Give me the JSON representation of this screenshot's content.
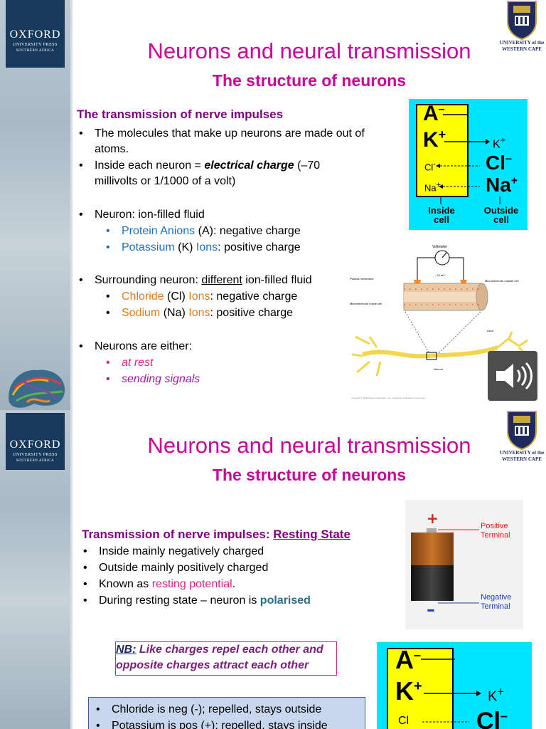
{
  "publisher": {
    "line1": "OXFORD",
    "line2": "UNIVERSITY PRESS",
    "line3": "SOUTHERN AFRICA"
  },
  "university": {
    "line1": "UNIVERSITY of the",
    "line2": "WESTERN CAPE"
  },
  "slide1": {
    "title": "Neurons and neural transmission",
    "subtitle": "The structure of neurons",
    "heading": "The transmission of nerve impulses",
    "b1": "The molecules that make up neurons are made out of atoms.",
    "b2_pre": "Inside each neuron = ",
    "b2_em": "electrical charge",
    "b2_post": " (–70 millivolts or 1/1000 of a volt)",
    "b3": "Neuron: ion-filled fluid",
    "b3_1_a": "Protein Anions",
    "b3_1_b": " (A): negative charge",
    "b3_2_a": "Potassium",
    "b3_2_b": " (K) ",
    "b3_2_c": "Ions",
    "b3_2_d": ": positive charge",
    "b4_pre": "Surrounding neuron: ",
    "b4_u": "different",
    "b4_post": " ion-filled fluid",
    "b4_1_a": "Chloride",
    "b4_1_b": " (Cl) ",
    "b4_1_c": "Ions",
    "b4_1_d": ": negative charge",
    "b4_2_a": "Sodium",
    "b4_2_b": " (Na) ",
    "b4_2_c": "Ions",
    "b4_2_d": ": positive charge",
    "b5": "Neurons are either:",
    "b5_1": "at rest",
    "b5_2": "sending signals",
    "ions": {
      "a": "A",
      "k": "K",
      "cl_small": "Cl",
      "na_small": "Na",
      "k_out": "K",
      "cl_big": "Cl",
      "na_big": "Na",
      "inside": "Inside",
      "inside2": "cell",
      "outside": "Outside",
      "outside2": "cell"
    },
    "diagram": {
      "voltmeter": "Voltmeter",
      "mv": "–70 mV",
      "plasma": "Plasma membrane",
      "micro_out": "Microelectrode outside cell",
      "micro_in": "Microelectrode inside cell",
      "axon": "Axon",
      "neuron": "Neuron",
      "copyright": "Copyright © 2004 Pearson Education, Inc., publishing as Benjamin Cummings."
    }
  },
  "slide2": {
    "title": "Neurons and neural transmission",
    "subtitle": "The structure of neurons",
    "heading_pre": "Transmission of nerve impulses: ",
    "heading_u": "Resting State",
    "b1": "Inside mainly negatively charged",
    "b2": "Outside mainly positively charged",
    "b3_pre": "Known as ",
    "b3_red": "resting potential",
    "b3_post": ".",
    "b4_pre": "During resting state – neuron is ",
    "b4_green": "polarised",
    "nb_label": "NB:",
    "nb_text": " Like charges repel each other and opposite charges attract each other",
    "box1": "Chloride is neg (-); repelled, stays outside",
    "box2": "Potassium is pos (+): repelled, stays inside",
    "battery": {
      "plus": "+",
      "minus": "–",
      "pos1": "Positive",
      "pos2": "Terminal",
      "neg1": "Negative",
      "neg2": "Terminal"
    },
    "ions": {
      "a": "A",
      "k": "K",
      "k_out": "K",
      "cl_small": "Cl",
      "cl_big": "Cl"
    }
  }
}
